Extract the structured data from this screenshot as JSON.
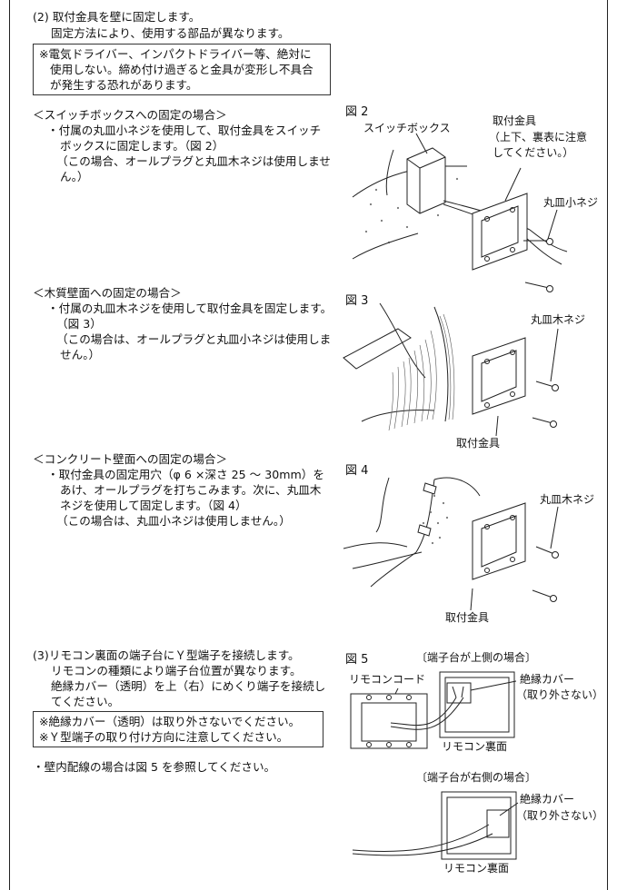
{
  "section2": {
    "heading": "(2) 取付金具を壁に固定します。",
    "sub": "固定方法により、使用する部品が異なります。",
    "warning": [
      "※電気ドライバー、インパクトドライバー等、絶対に",
      "使用しない。締め付け過ぎると金具が変形し不具合",
      "が発生する恐れがあります。"
    ]
  },
  "switchbox": {
    "title": "＜スイッチボックスへの固定の場合＞",
    "lines": [
      "・付属の丸皿小ネジを使用して、取付金具をスイッチ",
      "ボックスに固定します。（図 2）",
      "（この場合、オールプラグと丸皿木ネジは使用しませ",
      "ん。）"
    ]
  },
  "wood": {
    "title": "＜木質壁面への固定の場合＞",
    "lines": [
      "・付属の丸皿木ネジを使用して取付金具を固定します。",
      "（図 3）",
      "（この場合は、オールプラグと丸皿小ネジは使用しま",
      "せん。）"
    ]
  },
  "concrete": {
    "title": "＜コンクリート壁面への固定の場合＞",
    "lines": [
      "・取付金具の固定用穴（φ 6 ×深さ 25 ～ 30mm）を",
      "あけ、オールプラグを打ちこみます。次に、丸皿木",
      "ネジを使用して固定します。（図 4）",
      "（この場合は、丸皿小ネジは使用しません。）"
    ]
  },
  "section3": {
    "lines": [
      "(3)リモコン裏面の端子台にＹ型端子を接続します。",
      "リモコンの種類により端子台位置が異なります。",
      "絶縁カバー（透明）を上（右）にめくり端子を接続し",
      "てください。"
    ],
    "notes": [
      "※絶縁カバー（透明）は取り外さないでください。",
      "※Ｙ型端子の取り付け方向に注意してください。"
    ],
    "wall_wiring": "・壁内配線の場合は図 5 を参照してください。"
  },
  "fig2": {
    "label": "図 2",
    "switch_box": "スイッチボックス",
    "bracket": [
      "取付金具",
      "（上下、裏表に注意",
      "してください。）"
    ],
    "screw": "丸皿小ネジ"
  },
  "fig3": {
    "label": "図 3",
    "screw": "丸皿木ネジ",
    "bracket": "取付金具"
  },
  "fig4": {
    "label": "図 4",
    "screw": "丸皿木ネジ",
    "bracket": "取付金具"
  },
  "fig5": {
    "label": "図 5",
    "top_case": "〔端子台が上側の場合〕",
    "remote_cord": "リモコンコード",
    "insulation_cover": "絶縁カバー",
    "not_remove": "（取り外さない）",
    "remote_back": "リモコン裏面",
    "right_case": "〔端子台が右側の場合〕",
    "insulation_cover2": "絶縁カバー",
    "not_remove2": "（取り外さない）",
    "remote_back2": "リモコン裏面"
  }
}
